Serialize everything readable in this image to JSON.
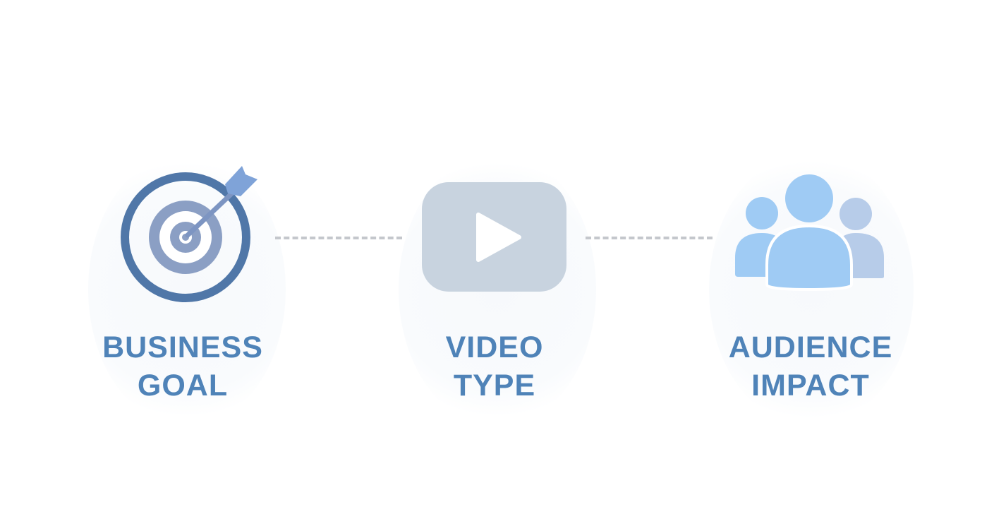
{
  "steps": [
    {
      "icon": "target-arrow-icon",
      "line1": "BUSINESS",
      "line2": "GOAL"
    },
    {
      "icon": "video-play-icon",
      "line1": "VIDEO",
      "line2": "TYPE"
    },
    {
      "icon": "audience-group-icon",
      "line1": "AUDIENCE",
      "line2": "IMPACT"
    }
  ],
  "colors": {
    "label_text": "#4f83b8",
    "target_outer": "#5077a8",
    "target_inner": "#8b9fc4",
    "arrow": "#7fa3d8",
    "video_box": "#c8d3df",
    "play": "#ffffff",
    "audience_front": "#9fcbf4",
    "audience_back": "#b7cce9",
    "connector": "#c4c7cc"
  }
}
